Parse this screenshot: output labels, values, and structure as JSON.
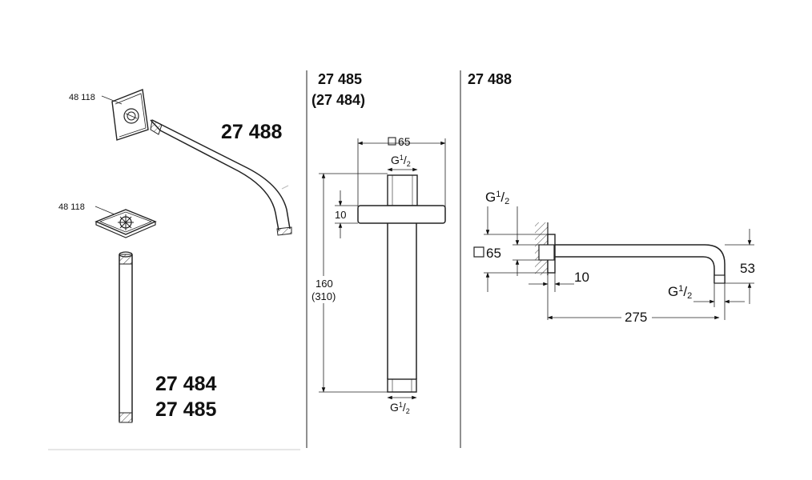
{
  "left_panel": {
    "arm_part_number": "27 488",
    "flange_label_top": "48 118",
    "flange_label_bottom": "48 118",
    "pipe_part_numbers": [
      "27 484",
      "27 485"
    ]
  },
  "middle_panel": {
    "header_line1": "27 485",
    "header_line2": "(27 484)",
    "flange_size": "65",
    "thread_top": {
      "prefix": "G",
      "numerator": "1",
      "denominator": "2"
    },
    "thread_bottom": {
      "prefix": "G",
      "numerator": "1",
      "denominator": "2"
    },
    "flange_thickness": "10",
    "length_line1": "160",
    "length_line2": "(310)"
  },
  "right_panel": {
    "header": "27 488",
    "flange_size": "65",
    "thread_left": {
      "prefix": "G",
      "numerator": "1",
      "denominator": "2"
    },
    "thread_right": {
      "prefix": "G",
      "numerator": "1",
      "denominator": "2"
    },
    "offset": "10",
    "drop": "53",
    "projection": "275"
  }
}
